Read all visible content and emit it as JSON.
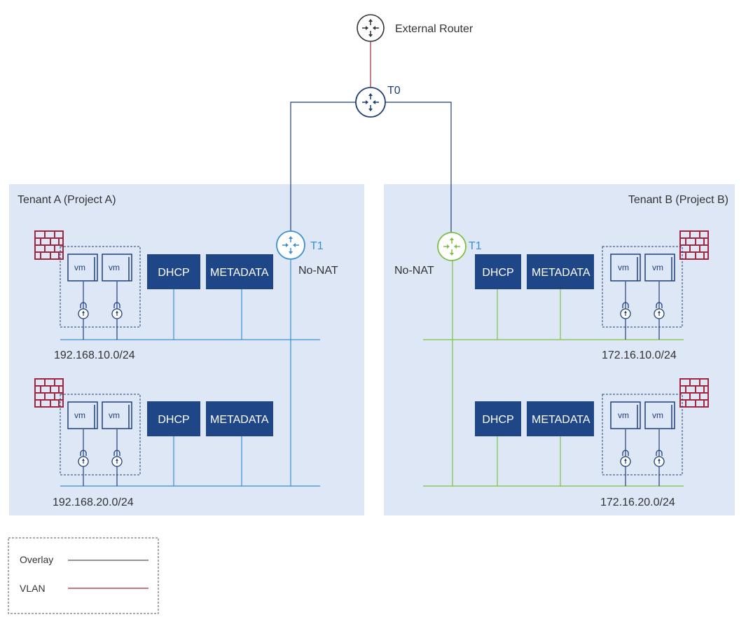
{
  "external_router": {
    "label": "External Router"
  },
  "t0": {
    "label": "T0"
  },
  "tenant_a": {
    "title": "Tenant A (Project A)",
    "t1_label": "T1",
    "nat_label": "No-NAT",
    "segments": [
      {
        "cidr": "192.168.10.0/24",
        "vm_labels": [
          "vm",
          "vm"
        ],
        "dhcp": "DHCP",
        "metadata": "METADATA"
      },
      {
        "cidr": "192.168.20.0/24",
        "vm_labels": [
          "vm",
          "vm"
        ],
        "dhcp": "DHCP",
        "metadata": "METADATA"
      }
    ]
  },
  "tenant_b": {
    "title": "Tenant B (Project B)",
    "t1_label": "T1",
    "nat_label": "No-NAT",
    "segments": [
      {
        "cidr": "172.16.10.0/24",
        "vm_labels": [
          "vm",
          "vm"
        ],
        "dhcp": "DHCP",
        "metadata": "METADATA"
      },
      {
        "cidr": "172.16.20.0/24",
        "vm_labels": [
          "vm",
          "vm"
        ],
        "dhcp": "DHCP",
        "metadata": "METADATA"
      }
    ]
  },
  "legend": {
    "overlay_label": "Overlay",
    "vlan_label": "VLAN"
  },
  "colors": {
    "tenant_bg": "#dde7f5",
    "router_dark": "#333333",
    "t0_blue": "#1f3f7a",
    "tenant_a_line": "#3b8fd0",
    "tenant_b_line": "#7dc142",
    "service_box": "#1f4788",
    "firewall": "#a3263f",
    "vlan": "#a3263f",
    "overlay": "#555555"
  }
}
